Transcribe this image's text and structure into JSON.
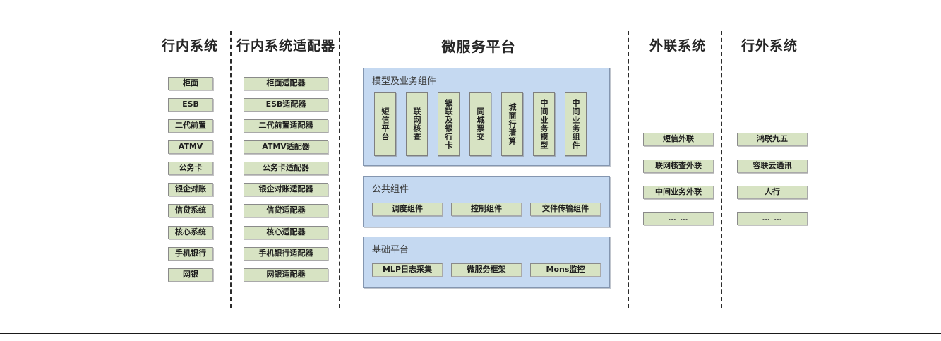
{
  "diagram": {
    "title_bank_internal": "行内系统",
    "title_bank_adapter": "行内系统适配器",
    "title_platform": "微服务平台",
    "title_external_link": "外联系统",
    "title_outside_bank": "行外系统",
    "colors": {
      "node_fill": "#d7e3c3",
      "node_border": "#8a8a8a",
      "panel_fill": "#c5d9f1",
      "panel_border": "#8496b0",
      "separator": "#2b2b2b",
      "text": "#1f1f1f"
    },
    "columns": {
      "bank_internal": {
        "header": "行内系统",
        "items": [
          {
            "label": "柜面"
          },
          {
            "label": "ESB"
          },
          {
            "label": "二代前置"
          },
          {
            "label": "ATMV"
          },
          {
            "label": "公务卡"
          },
          {
            "label": "银企对账"
          },
          {
            "label": "信贷系统"
          },
          {
            "label": "核心系统"
          },
          {
            "label": "手机银行"
          },
          {
            "label": "网银"
          }
        ]
      },
      "bank_adapter": {
        "header": "行内系统适配器",
        "items": [
          {
            "label": "柜面适配器"
          },
          {
            "label": "ESB适配器"
          },
          {
            "label": "二代前置适配器"
          },
          {
            "label": "ATMV适配器"
          },
          {
            "label": "公务卡适配器"
          },
          {
            "label": "银企对账适配器"
          },
          {
            "label": "信贷适配器"
          },
          {
            "label": "核心适配器"
          },
          {
            "label": "手机银行适配器"
          },
          {
            "label": "网银适配器"
          }
        ]
      },
      "external_link": {
        "header": "外联系统",
        "items": [
          {
            "label": "短信外联"
          },
          {
            "label": "联网核查外联"
          },
          {
            "label": "中间业务外联"
          },
          {
            "label": "… …"
          }
        ]
      },
      "outside_bank": {
        "header": "行外系统",
        "items": [
          {
            "label": "鸿联九五"
          },
          {
            "label": "容联云通讯"
          },
          {
            "label": "人行"
          },
          {
            "label": "… …"
          }
        ]
      }
    },
    "platform": {
      "header": "微服务平台",
      "panels": [
        {
          "title": "模型及业务组件",
          "orientation": "vertical",
          "items": [
            {
              "label": "短信平台"
            },
            {
              "label": "联网核查"
            },
            {
              "label": "银联及银行卡"
            },
            {
              "label": "同城票交"
            },
            {
              "label": "城商行清算"
            },
            {
              "label": "中间业务模型"
            },
            {
              "label": "中间业务组件"
            }
          ]
        },
        {
          "title": "公共组件",
          "orientation": "horizontal",
          "items": [
            {
              "label": "调度组件"
            },
            {
              "label": "控制组件"
            },
            {
              "label": "文件传输组件"
            }
          ]
        },
        {
          "title": "基础平台",
          "orientation": "horizontal",
          "items": [
            {
              "label": "MLP日志采集"
            },
            {
              "label": "微服务框架"
            },
            {
              "label": "Mons监控"
            }
          ]
        }
      ]
    }
  }
}
